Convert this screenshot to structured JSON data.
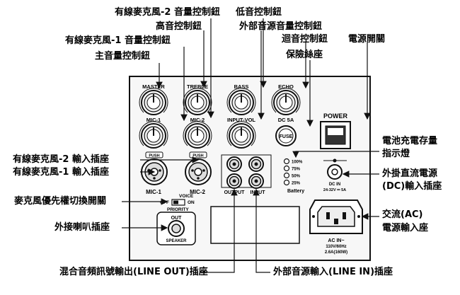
{
  "callouts": {
    "mic2_volume": "有線麥克風-2 音量控制鈕",
    "bass": "低音控制鈕",
    "treble": "高音控制鈕",
    "line_in_volume": "外部音源音量控制鈕",
    "mic1_volume": "有線麥克風-1 音量控制鈕",
    "echo": "迴音控制鈕",
    "power_switch": "電源開關",
    "fuse": "保險絲座",
    "master": "主音量控制鈕",
    "battery_indicator_line1": "電池充電存量",
    "battery_indicator_line2": "指示燈",
    "mic2_input": "有線麥克風-2 輸入插座",
    "mic1_input": "有線麥克風-1 輸入插座",
    "dc_input_line1": "外掛直流電源",
    "dc_input_line2": "(DC)輸入插座",
    "priority_switch": "麥克風優先權切換開關",
    "ac_input_line1": "交流(AC)",
    "ac_input_line2": "電源輸入座",
    "speaker_out": "外接喇叭插座",
    "line_out": "混合音頻訊號輸出(LINE OUT)插座",
    "line_in": "外部音源輸入(LINE IN)插座"
  },
  "panel": {
    "master": "MASTER",
    "treble": "TREBLE",
    "bass": "BASS",
    "echo": "ECHO",
    "mic1": "MIC-1",
    "mic2": "MIC-2",
    "input_vol": "INPUT-VOL",
    "dc5a": "DC 5A",
    "fuse": "FUSE",
    "power": "POWER",
    "push": "PUSH",
    "output": "OUTPUT",
    "input": "INPUT",
    "voice": "VOICE",
    "off": "OFF",
    "on": "ON",
    "priority": "PRIORITY",
    "out": "OUT",
    "speaker": "SPEAKER",
    "battery": "Battery",
    "batt_100": "100%",
    "batt_75": "75%",
    "batt_50": "50%",
    "batt_25": "25%",
    "dc_in": "DC IN",
    "dc_rating": "24-32V ⎓ 5A",
    "ac_in": "AC IN~",
    "ac_rating1": "110V/60Hz",
    "ac_rating2": "2.6A(160W)"
  },
  "colors": {
    "panel_fill": "#f7f7f7",
    "line": "#111111"
  }
}
